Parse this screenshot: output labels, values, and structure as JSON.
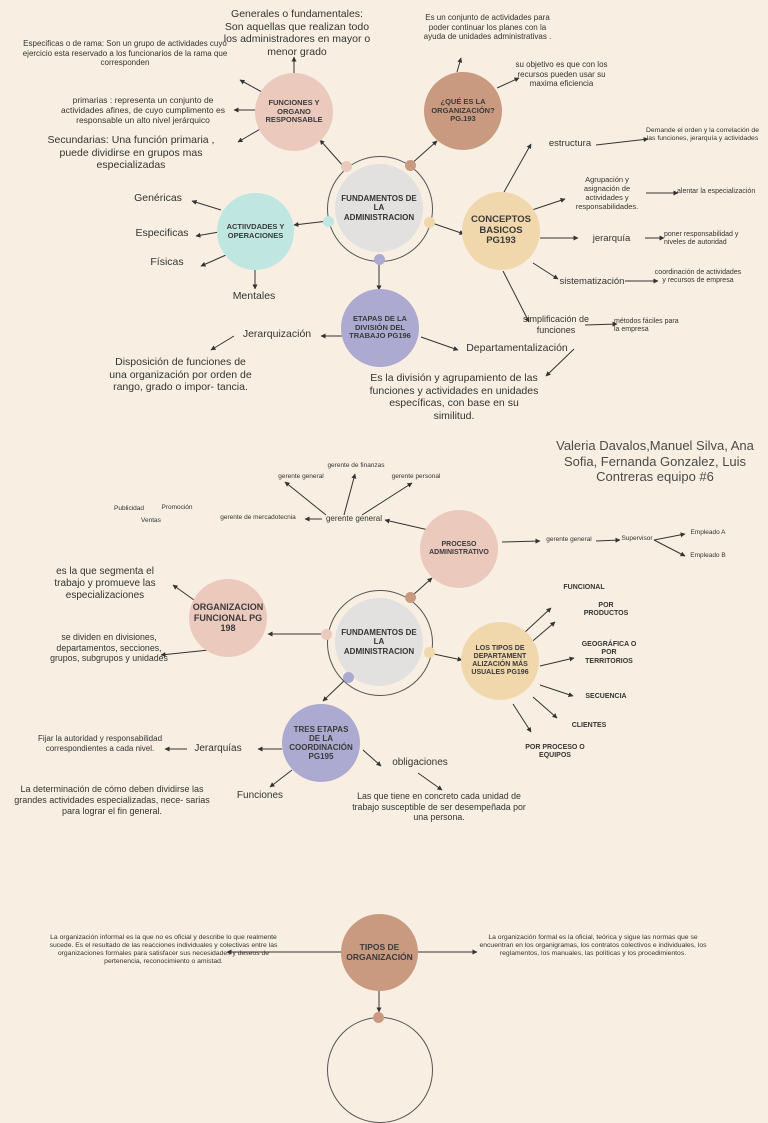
{
  "colors": {
    "background": "#f8efe2",
    "pink": "#ebcabd",
    "brown": "#c99a80",
    "beige": "#f1d7ac",
    "teal": "#bfe6e0",
    "lavender": "#acaad1",
    "core": "#e2e1df",
    "line": "#333333"
  },
  "map1": {
    "center": "FUNDAMENTOS DE LA ADMINISTRACION",
    "funciones": {
      "node": "FUNCIONES Y ORGANO RESPONSABLE",
      "generales": "Generales o fundamentales: Son aquellas que realizan todo los administradores en mayor o menor grado",
      "especificas": "Especificas o de rama: Son un grupo de actividades cuyo ejercicio esta reservado a los funcionarios de la rama que corresponden",
      "primarias": "primarias : representa un conjunto de actividades afines, de cuyo cumplimento es responsable un alto nivel jerárquico",
      "secundarias": "Secundarias: Una función primaria , puede dividirse en grupos mas especializadas"
    },
    "organizacion": {
      "node": "¿QUÉ ES LA ORGANIZACIÓN? PG.193",
      "def": "Es un conjunto de actividades para poder continuar los planes con la ayuda de unidades administrativas .",
      "objetivo": "su objetivo es que con los recursos pueden usar su maxima eficiencia"
    },
    "actividades": {
      "node": "ACTIIVDADES Y OPERACIONES",
      "genericas": "Genéricas",
      "especificas": "Especificas",
      "fisicas": "Físicas",
      "mentales": "Mentales"
    },
    "conceptos": {
      "node": "CONCEPTOS BASICOS PG193",
      "estructura": "estructura",
      "estructura_def": "Demande el orden y la correlación de las funciones, jerarquía y actividades",
      "agrupacion": "Agrupación y asignación de actividades y responsabilidades.",
      "agrupacion_def": "alentar la especialización",
      "jerarquia": "jerarquía",
      "jerarquia_def": "poner responsabilidad y niveles de autoridad",
      "sistematizacion": "sistematización",
      "sistematizacion_def": "coordinación de actividades y recursos de empresa",
      "simplificacion": "simplificación de funciones",
      "simplificacion_def": "métodos fáciles para la empresa"
    },
    "etapas": {
      "node": "ETAPAS DE LA DIVISIÓN DEL TRABAJO PG196",
      "jerarquizacion": "Jerarquización",
      "jerarquizacion_def": "Disposición de funciones de una organización por orden de rango, grado o impor- tancia.",
      "departamentalizacion": "Departamentalización",
      "departamentalizacion_def": "Es la división y agrupamiento de las funciones y actividades en unidades específicas, con base en su similitud."
    }
  },
  "authors": "Valeria Davalos,Manuel Silva, Ana Sofia, Fernanda Gonzalez, Luis Contreras equipo #6",
  "map2": {
    "center": "FUNDAMENTOS DE LA ADMINISTRACION",
    "proceso": {
      "node": "PROCESO ADMINISTRATIVO",
      "gerente_general_left": "gerente general",
      "gerente_finanzas": "gerente de finanzas",
      "gerente_general_top": "gerente general",
      "gerente_personal": "gerente personal",
      "gerente_mercadotecnia": "gerente de mercadotecnia",
      "publicidad": "Publicidad",
      "promocion": "Promoción",
      "ventas": "Ventas",
      "gerente_general_right": "gerente general",
      "supervisor": "Supervisor",
      "empleado_a": "Empleado A",
      "empleado_b": "Empleado B"
    },
    "funcional": {
      "node": "ORGANIZACION FUNCIONAL PG 198",
      "def1": "es la que segmenta el trabajo y promueve las especializaciones",
      "def2": "se dividen en divisiones, departamentos, secciones, grupos, subgrupos y unidades"
    },
    "tipos": {
      "node": "LOS TIPOS DE DEPARTAMENT ALIZACIÓN MÁS USUALES PG196",
      "funcional": "FUNCIONAL",
      "productos": "POR PRODUCTOS",
      "geografica": "GEOGRÁFICA O POR TERRITORIOS",
      "secuencia": "SECUENCIA",
      "clientes": "CLIENTES",
      "proceso": "POR PROCESO O EQUIPOS"
    },
    "coordinacion": {
      "node": "TRES ETAPAS DE LA COORDINACIÓN PG195",
      "jerarquias": "Jerarquías",
      "jerarquias_def": "Fijar la autoridad y responsabilidad correspondientes a cada nivel.",
      "funciones": "Funciones",
      "funciones_def": "La determinación de cómo deben dividirse las grandes actividades especializadas, nece- sarias para lograr el fin general.",
      "obligaciones": "obligaciones",
      "obligaciones_def": "Las que tiene en concreto cada unidad de trabajo susceptible de ser desempeñada por una persona."
    }
  },
  "map3": {
    "node": "TIPOS DE ORGANIZACIÓN",
    "informal": "La organización informal es la que no es oficial y describe lo que realmente sucede. Es el resultado de las reacciones individuales y colectivas entre las organizaciones formales para satisfacer sus necesidades y deseos de pertenencia, reconocimiento o amistad.",
    "formal": "La organización formal es la oficial, teórica y sigue las normas que se encuentran en los organigramas, los contratos colectivos e individuales, los reglamentos, los manuales, las políticas y los procedimientos."
  }
}
